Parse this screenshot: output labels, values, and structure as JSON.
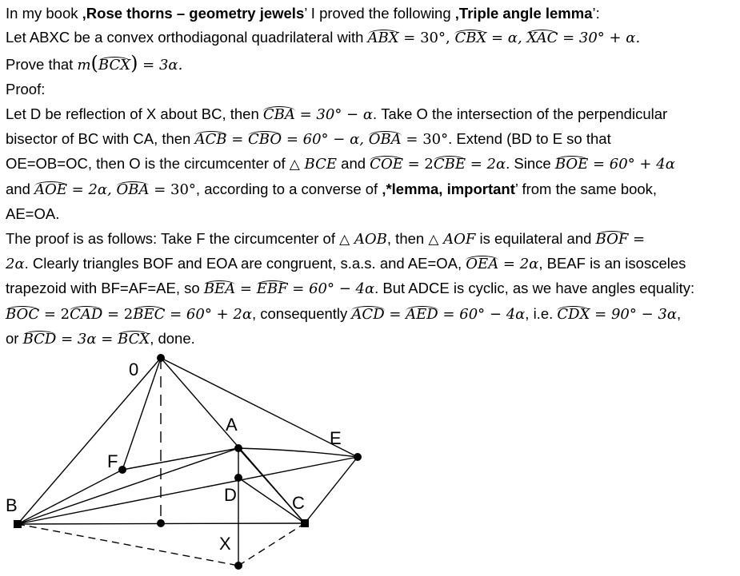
{
  "l1": {
    "a": "In my book ",
    "title": "‚Rose thorns – geometry jewels",
    "b": "’ I proved the following ",
    "lemma": "‚Triple angle lemma",
    "c": "’:"
  },
  "l2": {
    "a": "Let ABXC be a convex orthodiagonal quadrilateral with ",
    "ang1": "ABX",
    "b": " = 30°, ",
    "ang2": "CBX",
    "c": " = α, ",
    "ang3": "XAC",
    "d": " = 30° + α."
  },
  "l3": {
    "a": "Prove that ",
    "m": "m",
    "open": "(",
    "ang": "BCX",
    "close": ")",
    "b": " = 3α."
  },
  "l4": "Proof:",
  "l5": {
    "a": "Let D be reflection of X about BC, then ",
    "ang": "CBA",
    "b": " = 30° − α",
    "c": ". Take O the intersection of the perpendicular"
  },
  "l6": {
    "a": "bisector of BC with CA, then ",
    "ang1": "ACB",
    "b": " = ",
    "ang2": "CBO",
    "c": " = 60° − α, ",
    "ang3": "OBA",
    "d": " = 30°",
    "e": ". Extend (BD to E so that"
  },
  "l7": {
    "a": "OE=OB=OC, then O is the circumcenter of ",
    "tri": "△",
    "t": " BCE",
    "b": " and ",
    "ang1": "COE",
    "c": " = 2",
    "ang2": "CBE",
    "d": " = 2α",
    "e": ". Since ",
    "ang3": "BOE",
    "f": " = 60° + 4α"
  },
  "l8": {
    "a": "and ",
    "ang1": "AOE",
    "b": " = 2α, ",
    "ang2": "OBA",
    "c": " = 30°",
    "d": ", according to a converse of ",
    "bold": "‚*lemma, important",
    "e": "’ from the same book,"
  },
  "l9": "AE=OA.",
  "l10": {
    "a": "The proof is as follows: Take F the circumcenter of ",
    "tri1": "△",
    "t1": " AOB",
    "b": ", then ",
    "tri2": "△",
    "t2": " AOF",
    "c": " is equilateral and ",
    "ang": "BOF",
    "d": " ="
  },
  "l11": {
    "a": "2α",
    "b": ". Clearly triangles BOF and EOA are congruent, s.a.s. and AE=OA, ",
    "ang": "OEA",
    "c": " = 2α",
    "d": ", BEAF is an isosceles"
  },
  "l12": {
    "a": "trapezoid with BF=AF=AE, so ",
    "ang1": "BEA",
    "b": " = ",
    "ang2": "EBF",
    "c": " = 60° − 4α",
    "d": ". But ADCE is cyclic, as we have angles equality:"
  },
  "l13": {
    "ang1": "BOC",
    "a": " = 2",
    "ang2": "CAD",
    "b": " = 2",
    "ang3": "BEC",
    "c": " = 60° + 2α",
    "d": ", consequently ",
    "ang4": "ACD",
    "e": " = ",
    "ang5": "AED",
    "f": " = 60° − 4α",
    "g": ", i.e. ",
    "ang6": "CDX",
    "h": " = 90° − 3α",
    "i": ","
  },
  "l14": {
    "a": "or ",
    "ang1": "BCD",
    "b": " = 3α = ",
    "ang2": "BCX",
    "c": ", done."
  },
  "figure": {
    "labels": {
      "O": "0",
      "A": "A",
      "E": "E",
      "F": "F",
      "B": "B",
      "D": "D",
      "C": "C",
      "X": "X"
    }
  }
}
